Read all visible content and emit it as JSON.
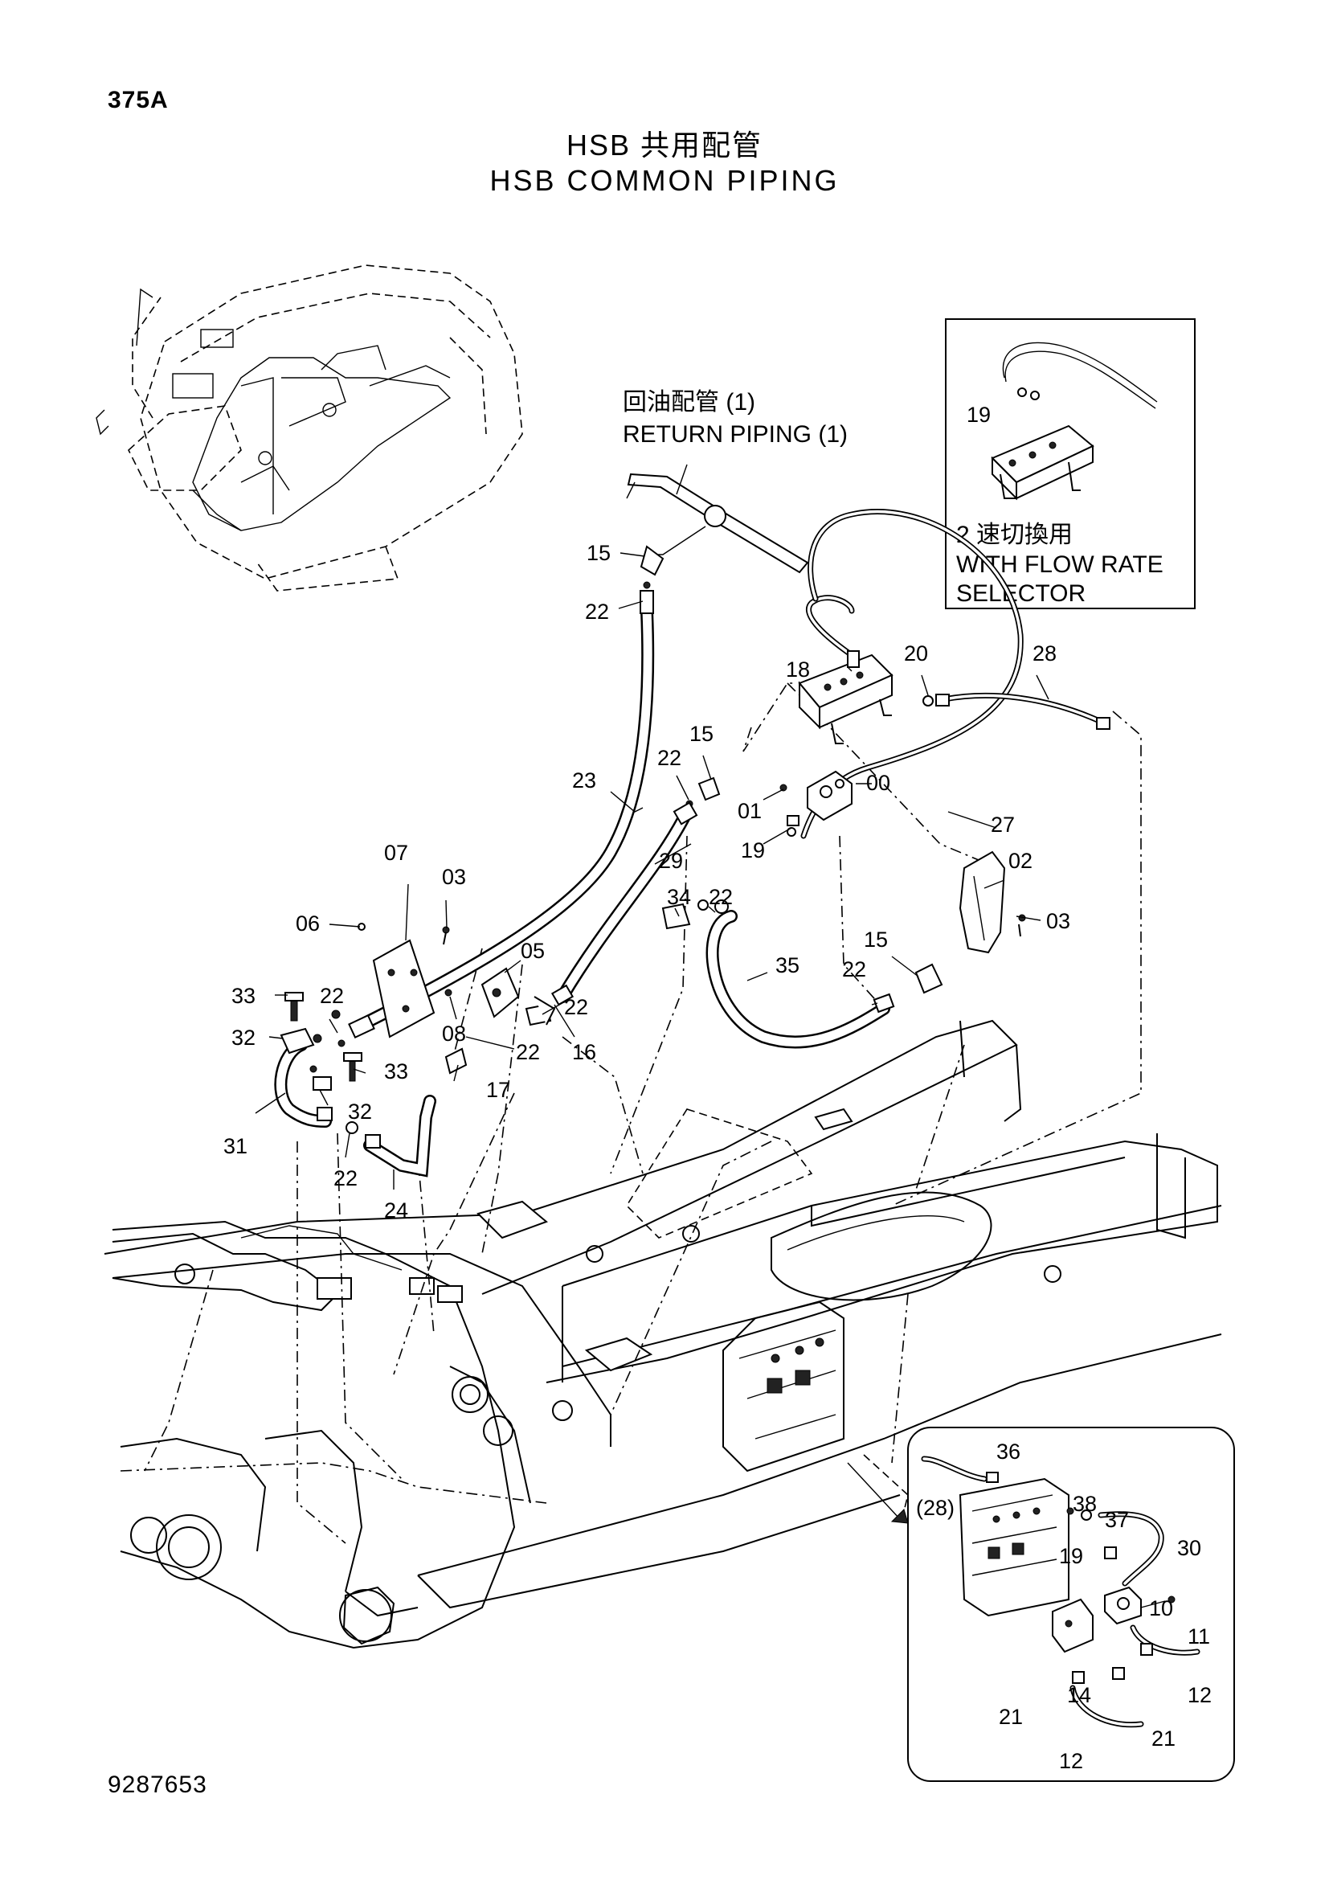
{
  "header": {
    "page_id": "375A",
    "title_jp": "HSB 共用配管",
    "title_en": "HSB COMMON PIPING"
  },
  "footer": {
    "doc_number": "9287653"
  },
  "return_piping_label": {
    "jp": "回油配管 (1)",
    "en": "RETURN PIPING (1)"
  },
  "inset_flow_rate": {
    "jp": "2 速切換用",
    "en_line1": "WITH FLOW RATE",
    "en_line2": "SELECTOR",
    "callouts": [
      "19"
    ]
  },
  "inset_detail": {
    "callouts": [
      "36",
      "(28)",
      "38",
      "37",
      "30",
      "19",
      "10",
      "11",
      "14",
      "21",
      "21",
      "12",
      "12"
    ]
  },
  "callouts": [
    "15",
    "22",
    "23",
    "22",
    "15",
    "29",
    "18",
    "20",
    "28",
    "01",
    "00",
    "19",
    "27",
    "07",
    "03",
    "06",
    "05",
    "34",
    "22",
    "02",
    "03",
    "15",
    "22",
    "35",
    "33",
    "22",
    "08",
    "16",
    "22",
    "22",
    "32",
    "33",
    "17",
    "32",
    "31",
    "22",
    "24"
  ]
}
